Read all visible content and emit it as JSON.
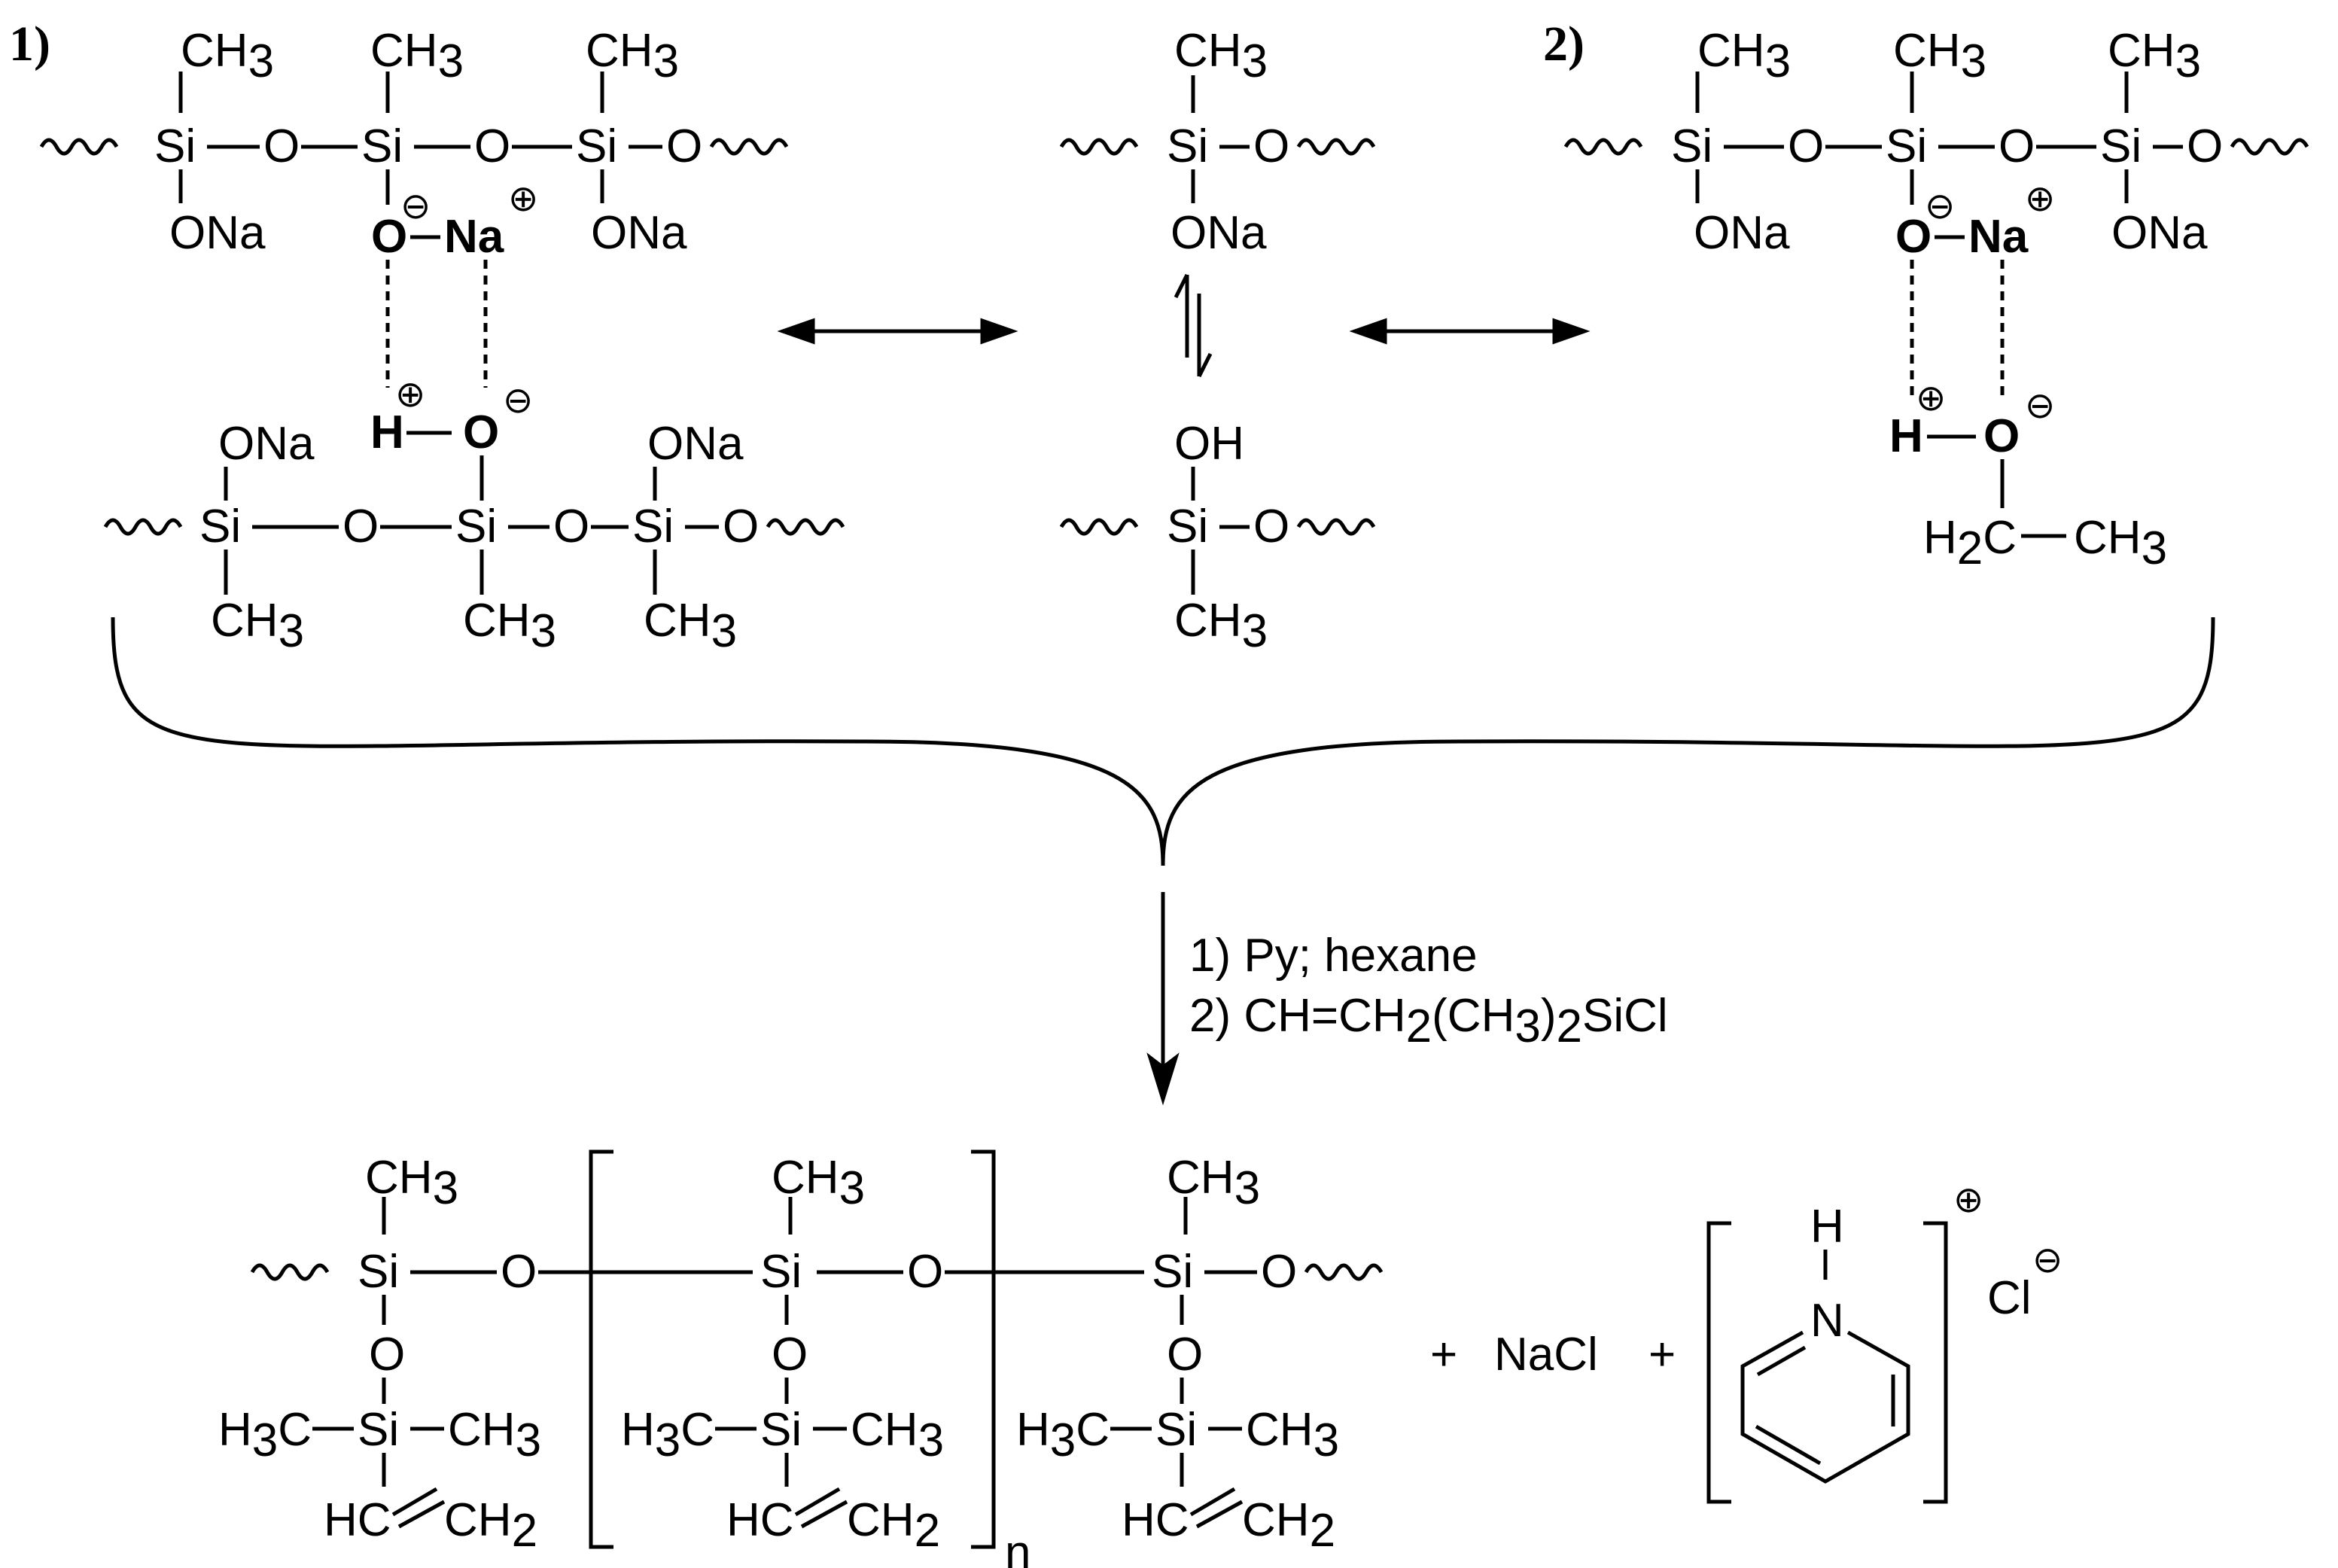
{
  "labels": {
    "scheme_1": "1)",
    "scheme_2": "2)"
  },
  "atoms": {
    "ch3": "CH",
    "sub3": "3",
    "sub2": "2",
    "si": "Si",
    "o": "O",
    "ona": "ONa",
    "na": "Na",
    "h": "H",
    "oh": "OH",
    "h3c": "H",
    "c": "C",
    "hc": "HC",
    "ch2": "CH",
    "n": "N",
    "cl": "Cl",
    "h2c_h": "H",
    "eq_ch2": "CH"
  },
  "charges": {
    "minus": "⊖",
    "plus": "⊕"
  },
  "reagents": {
    "step1": "1) Py; hexane",
    "step2_a": "2) CH=CH",
    "step2_b": "(CH",
    "step2_c": ")",
    "step2_d": "SiCl"
  },
  "products": {
    "plus": "+",
    "nacl": "NaCl",
    "repeat": "n"
  }
}
